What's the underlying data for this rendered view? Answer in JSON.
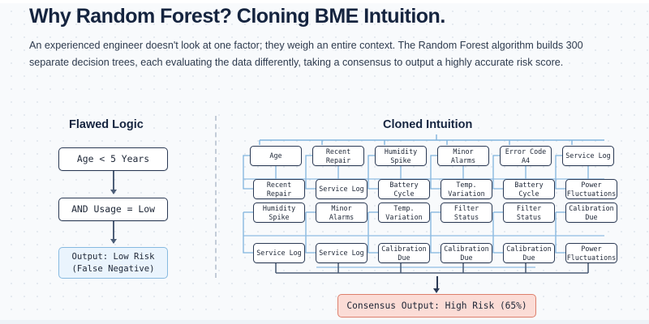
{
  "header": {
    "title": "Why Random Forest? Cloning BME Intuition.",
    "subtitle": "An experienced engineer doesn't look at one factor; they weigh an entire context. The Random Forest algorithm builds 300 separate decision trees, each evaluating the data differently, taking a consensus to output a highly accurate risk score."
  },
  "flawed_panel": {
    "heading": "Flawed Logic",
    "nodes": [
      {
        "label": "Age < 5 Years"
      },
      {
        "label": "AND Usage = Low"
      }
    ],
    "output": {
      "line1": "Output: Low Risk",
      "line2": "(False Negative)"
    }
  },
  "cloned_panel": {
    "heading": "Cloned Intuition",
    "trees": [
      {
        "root": "Age",
        "children": [
          "Recent Repair",
          "Humidity Spike"
        ],
        "leaf": "Service Log"
      },
      {
        "root": "Recent Repair",
        "children": [
          "Service Log",
          "Minor Alarms"
        ],
        "leaf": "Service Log"
      },
      {
        "root": "Humidity Spike",
        "children": [
          "Battery Cycle",
          "Temp. Variation"
        ],
        "leaf": "Calibration Due"
      },
      {
        "root": "Minor Alarms",
        "children": [
          "Temp. Variation",
          "Filter Status"
        ],
        "leaf": "Calibration Due"
      },
      {
        "root": "Error Code A4",
        "children": [
          "Battery Cycle",
          "Filter Status"
        ],
        "leaf": "Calibration Due"
      },
      {
        "root": "Service Log",
        "children": [
          "Power Fluctuations",
          "Calibration Due"
        ],
        "leaf": "Power Fluctuations"
      }
    ]
  },
  "consensus": {
    "label": "Consensus Output: High Risk (65%)"
  },
  "colors": {
    "background": "#f8fafc",
    "dot_grid": "#dfe5ec",
    "heading_navy": "#15243f",
    "node_border": "#2b3a55",
    "node_fill": "#ffffff",
    "wire_blue": "#7fb3dd",
    "wire_dark": "#4d5e78",
    "info_fill": "#eaf4fd",
    "info_border": "#86b9e0",
    "risk_fill": "#fbdcd6",
    "risk_border": "#dd7f6c",
    "divider": "#c3ccd8"
  }
}
